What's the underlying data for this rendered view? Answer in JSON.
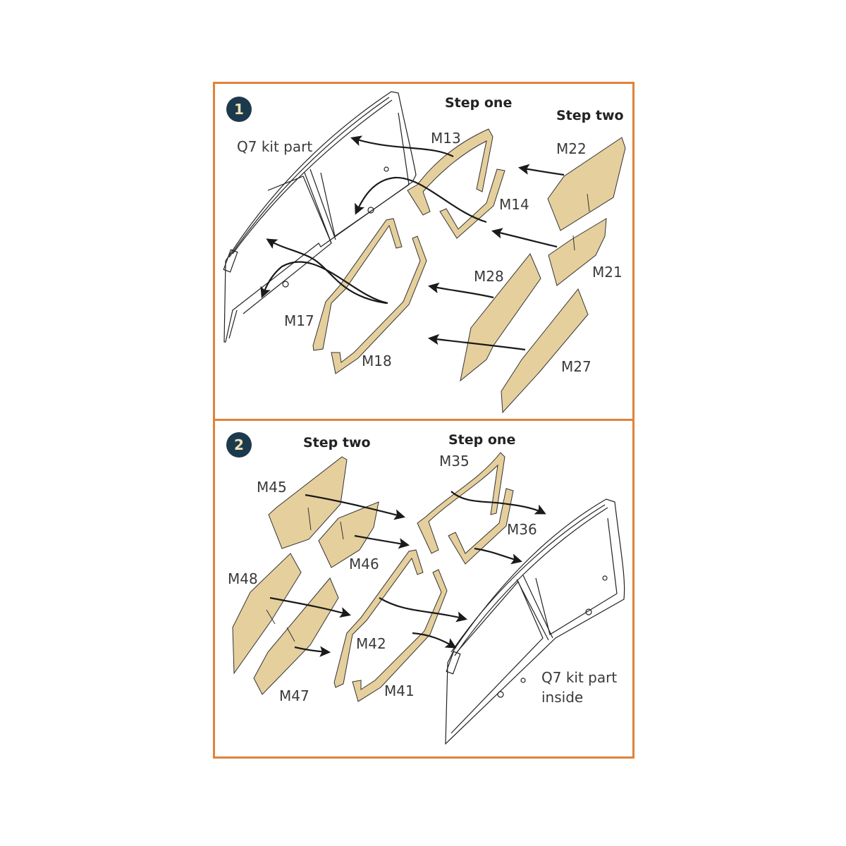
{
  "colors": {
    "frame": "#e0823a",
    "mask_fill": "#e5cf9c",
    "badge_bg": "#1d3a4c",
    "badge_text": "#efe1bc",
    "ink": "#1a1a1a"
  },
  "panel1": {
    "badge": "1",
    "step_one": "Step one",
    "step_two": "Step two",
    "kit_label": "Q7 kit part",
    "parts": {
      "m13": "M13",
      "m14": "M14",
      "m17": "M17",
      "m18": "M18",
      "m21": "M21",
      "m22": "M22",
      "m27": "M27",
      "m28": "M28"
    }
  },
  "panel2": {
    "badge": "2",
    "step_two": "Step two",
    "step_one": "Step one",
    "kit_label_line1": "Q7 kit part",
    "kit_label_line2": "inside",
    "parts": {
      "m35": "M35",
      "m36": "M36",
      "m41": "M41",
      "m42": "M42",
      "m45": "M45",
      "m46": "M46",
      "m47": "M47",
      "m48": "M48"
    }
  }
}
